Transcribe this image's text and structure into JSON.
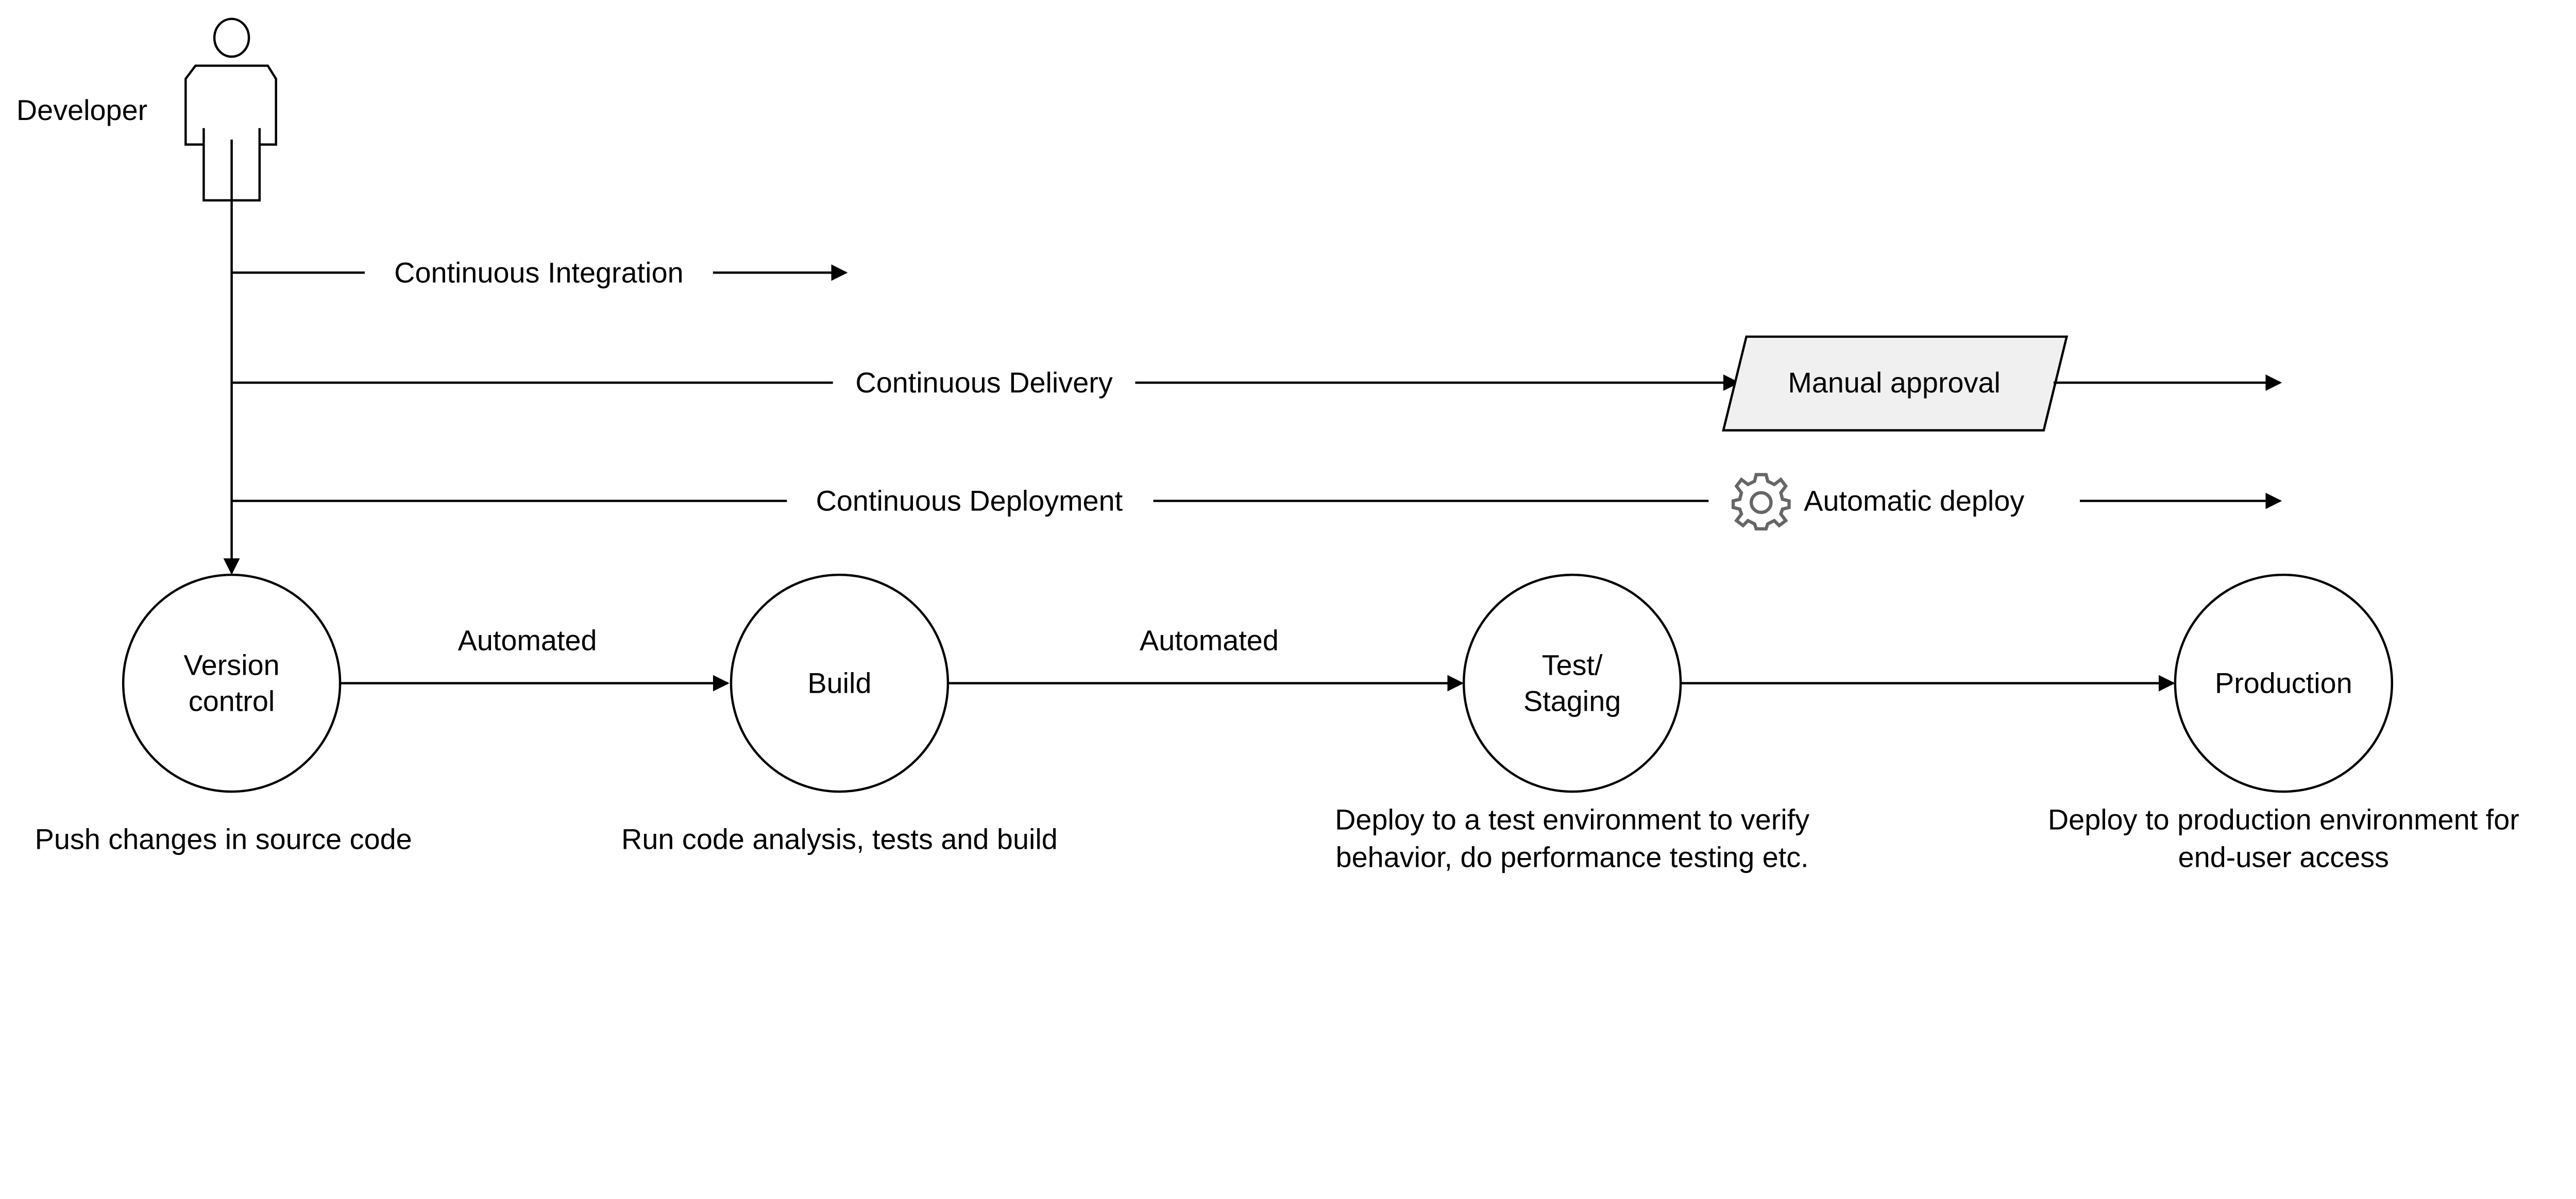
{
  "actor": {
    "label": "Developer"
  },
  "flows": [
    {
      "label": "Continuous Integration"
    },
    {
      "label": "Continuous Delivery",
      "step": "Manual approval"
    },
    {
      "label": "Continuous Deployment",
      "step": "Automatic deploy",
      "step_icon": "gear-icon"
    }
  ],
  "stages": [
    {
      "label": [
        "Version",
        "control"
      ],
      "description": [
        "Push changes in source code"
      ]
    },
    {
      "label": [
        "Build"
      ],
      "description": [
        "Run code analysis, tests and build"
      ]
    },
    {
      "label": [
        "Test/",
        "Staging"
      ],
      "description": [
        "Deploy to a test environment to verify",
        "behavior, do performance testing etc."
      ]
    },
    {
      "label": [
        "Production"
      ],
      "description": [
        "Deploy to production environment for",
        "end-user access"
      ]
    }
  ],
  "transitions": [
    {
      "label": "Automated"
    },
    {
      "label": "Automated"
    },
    {
      "label": ""
    }
  ],
  "colors": {
    "line": "#000000",
    "approval_fill": "#f0f0f0",
    "gear": "#666666"
  }
}
